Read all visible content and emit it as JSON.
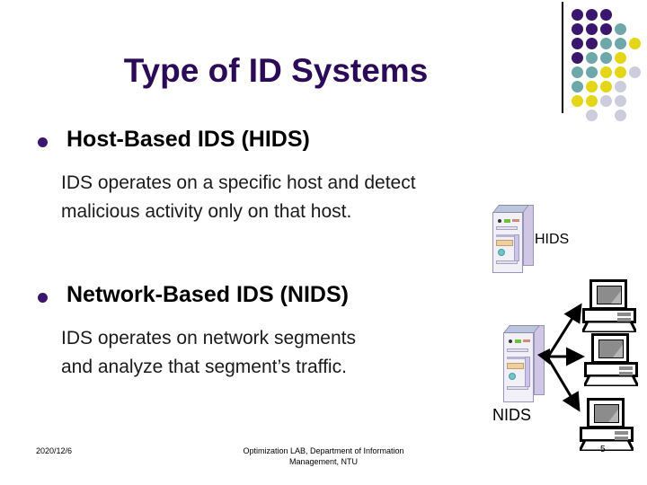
{
  "slide": {
    "title": "Type of ID Systems",
    "title_color": "#2b0a58",
    "background": "#ffffff"
  },
  "decoration": {
    "line_color": "#000000",
    "palette": {
      "dark_purple": "#3b166e",
      "teal": "#6fa8ab",
      "yellow": "#e3d617",
      "light_lavender": "#ccccdd"
    },
    "dots": [
      {
        "col": 0,
        "row": 0,
        "color": "#3b166e"
      },
      {
        "col": 1,
        "row": 0,
        "color": "#3b166e"
      },
      {
        "col": 2,
        "row": 0,
        "color": "#3b166e"
      },
      {
        "col": 0,
        "row": 1,
        "color": "#3b166e"
      },
      {
        "col": 1,
        "row": 1,
        "color": "#3b166e"
      },
      {
        "col": 2,
        "row": 1,
        "color": "#3b166e"
      },
      {
        "col": 3,
        "row": 1,
        "color": "#6fa8ab"
      },
      {
        "col": 0,
        "row": 2,
        "color": "#3b166e"
      },
      {
        "col": 1,
        "row": 2,
        "color": "#3b166e"
      },
      {
        "col": 2,
        "row": 2,
        "color": "#6fa8ab"
      },
      {
        "col": 3,
        "row": 2,
        "color": "#6fa8ab"
      },
      {
        "col": 4,
        "row": 2,
        "color": "#e3d617"
      },
      {
        "col": 0,
        "row": 3,
        "color": "#3b166e"
      },
      {
        "col": 1,
        "row": 3,
        "color": "#6fa8ab"
      },
      {
        "col": 2,
        "row": 3,
        "color": "#6fa8ab"
      },
      {
        "col": 3,
        "row": 3,
        "color": "#e3d617"
      },
      {
        "col": 0,
        "row": 4,
        "color": "#6fa8ab"
      },
      {
        "col": 1,
        "row": 4,
        "color": "#6fa8ab"
      },
      {
        "col": 2,
        "row": 4,
        "color": "#e3d617"
      },
      {
        "col": 3,
        "row": 4,
        "color": "#e3d617"
      },
      {
        "col": 4,
        "row": 4,
        "color": "#ccccdd"
      },
      {
        "col": 0,
        "row": 5,
        "color": "#6fa8ab"
      },
      {
        "col": 1,
        "row": 5,
        "color": "#e3d617"
      },
      {
        "col": 2,
        "row": 5,
        "color": "#e3d617"
      },
      {
        "col": 3,
        "row": 5,
        "color": "#ccccdd"
      },
      {
        "col": 0,
        "row": 6,
        "color": "#e3d617"
      },
      {
        "col": 1,
        "row": 6,
        "color": "#e3d617"
      },
      {
        "col": 2,
        "row": 6,
        "color": "#ccccdd"
      },
      {
        "col": 3,
        "row": 6,
        "color": "#ccccdd"
      },
      {
        "col": 1,
        "row": 7,
        "color": "#ccccdd"
      },
      {
        "col": 3,
        "row": 7,
        "color": "#ccccdd"
      }
    ]
  },
  "content": {
    "bullets": [
      {
        "heading": "Host-Based IDS (HIDS)",
        "lines": [
          "IDS operates on a specific host and detect",
          "malicious activity only on that host."
        ]
      },
      {
        "heading": "Network-Based IDS (NIDS)",
        "lines": [
          "IDS operates on network segments",
          "and analyze that segment’s traffic."
        ]
      }
    ],
    "bullet_marker_color": "#3b166e"
  },
  "diagram": {
    "hids_label": "HIDS",
    "nids_label": "NIDS",
    "server_icon_name": "server-tower-icon",
    "computer_icon_name": "desktop-computer-icon",
    "arrow_count": 3,
    "arrow_color": "#000000"
  },
  "footer": {
    "date": "2020/12/6",
    "center_line1": "Optimization LAB, Department of Information",
    "center_line2": "Management, NTU",
    "page_number": "5"
  }
}
